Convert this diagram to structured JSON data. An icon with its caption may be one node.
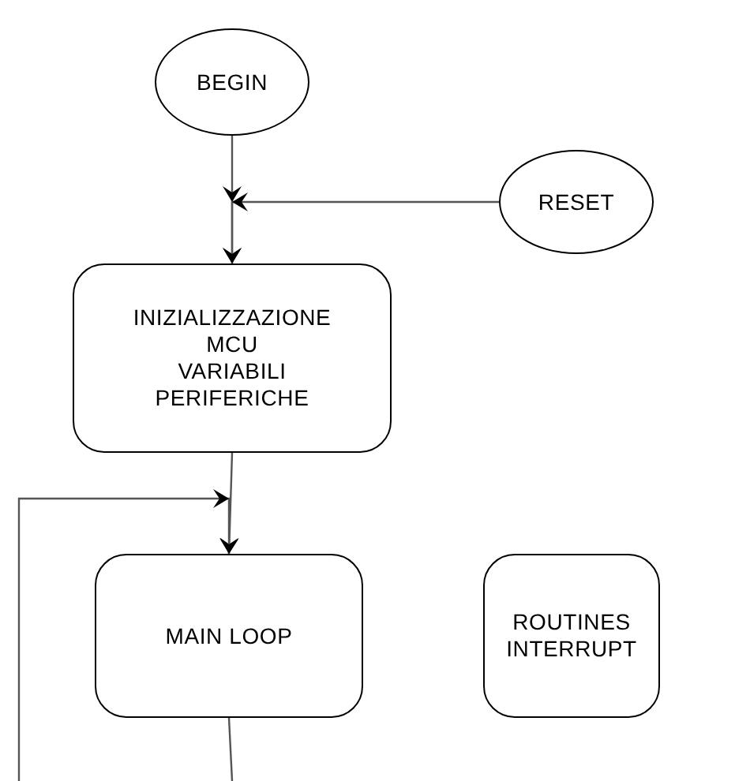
{
  "diagram": {
    "nodes": [
      {
        "text": [
          "BEGIN"
        ]
      },
      {
        "text": [
          "RESET"
        ]
      },
      {
        "text": [
          "INIZIALIZZAZIONE MCU VARIABILI PERIFERICHE"
        ]
      },
      {
        "text": [
          "MAIN LOOP"
        ]
      },
      {
        "text": [
          "ROUTINES INTERRUPT"
        ]
      }
    ],
    "edges": [
      {
        "from": 0,
        "to": 2,
        "arrow": "to"
      },
      {
        "from": 1,
        "to": 2,
        "arrow": "to"
      },
      {
        "from": 2,
        "to": 3,
        "arrow": "to"
      },
      {
        "from": 3,
        "to": null,
        "arrow": "none"
      },
      {
        "from": null,
        "to": 3,
        "arrow": "to"
      }
    ]
  }
}
